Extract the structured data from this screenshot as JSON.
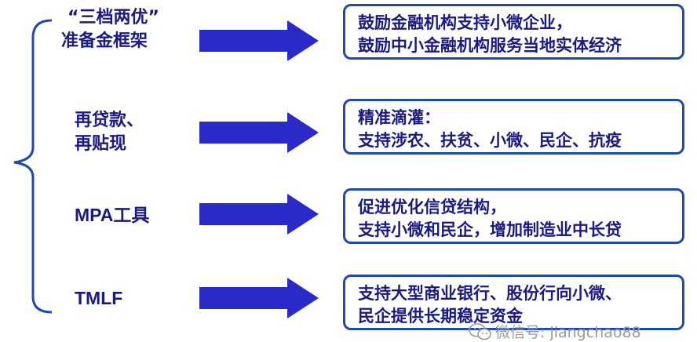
{
  "colors": {
    "text": "#1a1a80",
    "box_border": "#1f4aa8",
    "arrow": "#2a2ac8",
    "brace": "#1f4aa8",
    "watermark": "#9a9a9a"
  },
  "rows": [
    {
      "label_lines": [
        "“三档两优”",
        "准备金框架"
      ],
      "box_lines": [
        "鼓励金融机构支持小微企业，",
        "鼓励中小金融机构服务当地实体经济"
      ]
    },
    {
      "label_lines": [
        "再贷款、",
        "再贴现"
      ],
      "box_lines": [
        "精准滴灌：",
        "支持涉农、扶贫、小微、民企、抗疫"
      ]
    },
    {
      "label_lines": [
        "MPA工具"
      ],
      "box_lines": [
        "促进优化信贷结构，",
        "支持小微和民企，增加制造业中长贷"
      ]
    },
    {
      "label_lines": [
        "TMLF"
      ],
      "box_lines": [
        "支持大型商业银行、股份行向小微、",
        "民企提供长期稳定资金"
      ]
    }
  ],
  "watermark": {
    "icon": "wechat-icon",
    "text": "微信号: jiangchao88"
  }
}
